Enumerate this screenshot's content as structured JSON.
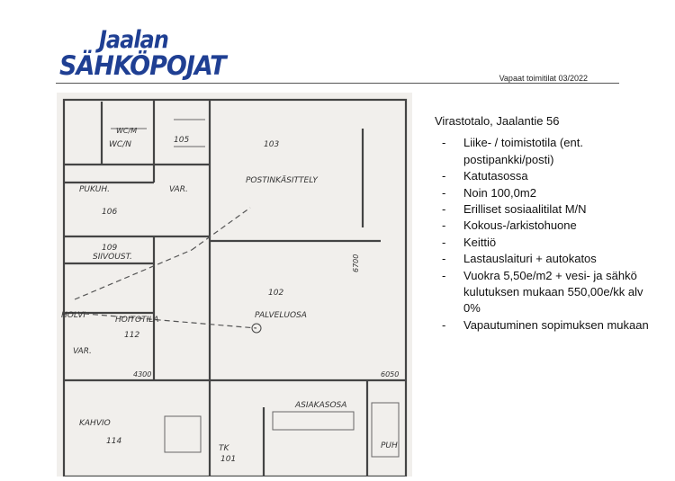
{
  "logo": {
    "line1": "Jaalan",
    "line2": "SÄHKÖPOJAT",
    "color": "#1f3f93"
  },
  "header": {
    "right_text": "Vapaat toimitilat 03/2022"
  },
  "info": {
    "title": "Virastotalo, Jaalantie 56",
    "items": [
      "Liike- / toimistotila (ent. postipankki/posti)",
      "Katutasossa",
      "Noin 100,0m2",
      "Erilliset sosiaalitilat M/N",
      "Kokous-/arkistohuone",
      "Keittiö",
      "Lastauslaituri + autokatos",
      "Vuokra 5,50e/m2 + vesi- ja sähkö kulutuksen mukaan 550,00e/kk alv 0%",
      "Vapautuminen sopimuksen mukaan"
    ]
  },
  "floorplan": {
    "rooms": [
      "WC/N",
      "WC/M",
      "105",
      "103",
      "POSTINKÄSITTELY",
      "PUKUH.",
      "106",
      "VAR.",
      "SIIVOUST.",
      "109",
      "102",
      "PALVELUOSA",
      "HOITOTILA",
      "112",
      "HOLVI",
      "VAR.",
      "KAHVIO",
      "114",
      "ASIAKASOSA",
      "PUH",
      "TK",
      "101"
    ],
    "dimensions": [
      "4300",
      "6050",
      "6700"
    ]
  }
}
